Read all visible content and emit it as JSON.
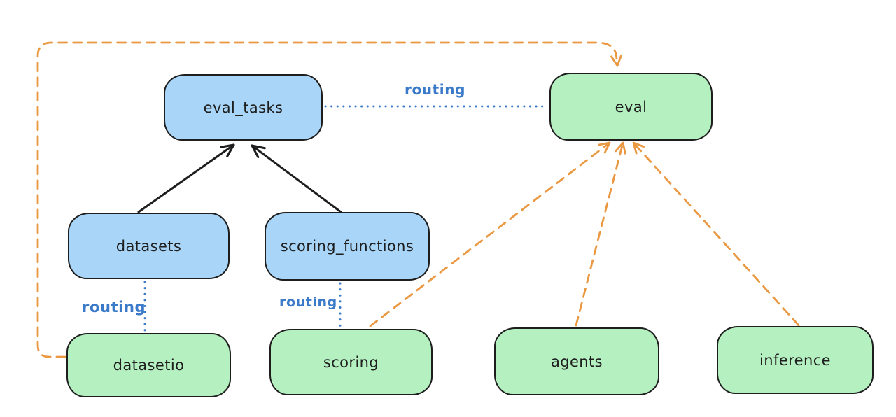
{
  "diagram": {
    "colors": {
      "blue_fill": "#a9d6f8",
      "green_fill": "#b5f0c1",
      "node_border": "#1e1e1e",
      "black_arrow": "#1e1e1e",
      "orange_arrow": "#ea9841",
      "routing_blue": "#3a7ac9",
      "background": "#ffffff"
    },
    "nodes": [
      {
        "id": "eval_tasks",
        "label": "eval_tasks",
        "color": "blue"
      },
      {
        "id": "eval",
        "label": "eval",
        "color": "green"
      },
      {
        "id": "datasets",
        "label": "datasets",
        "color": "blue"
      },
      {
        "id": "scoring_functions",
        "label": "scoring_functions",
        "color": "blue"
      },
      {
        "id": "datasetio",
        "label": "datasetio",
        "color": "green"
      },
      {
        "id": "scoring",
        "label": "scoring",
        "color": "green"
      },
      {
        "id": "agents",
        "label": "agents",
        "color": "green"
      },
      {
        "id": "inference",
        "label": "inference",
        "color": "green"
      }
    ],
    "edges": [
      {
        "from": "datasets",
        "to": "eval_tasks",
        "style": "solid-black-arrow",
        "label": ""
      },
      {
        "from": "scoring_functions",
        "to": "eval_tasks",
        "style": "solid-black-arrow",
        "label": ""
      },
      {
        "from": "eval_tasks",
        "to": "eval",
        "style": "dotted-blue",
        "label": "routing"
      },
      {
        "from": "datasets",
        "to": "datasetio",
        "style": "dotted-blue",
        "label": "routing"
      },
      {
        "from": "scoring_functions",
        "to": "scoring",
        "style": "dotted-blue",
        "label": "routing"
      },
      {
        "from": "datasetio",
        "to": "eval",
        "style": "dashed-orange-arrow",
        "label": ""
      },
      {
        "from": "scoring",
        "to": "eval",
        "style": "dashed-orange-arrow",
        "label": ""
      },
      {
        "from": "agents",
        "to": "eval",
        "style": "dashed-orange-arrow",
        "label": ""
      },
      {
        "from": "inference",
        "to": "eval",
        "style": "dashed-orange-arrow",
        "label": ""
      }
    ]
  }
}
